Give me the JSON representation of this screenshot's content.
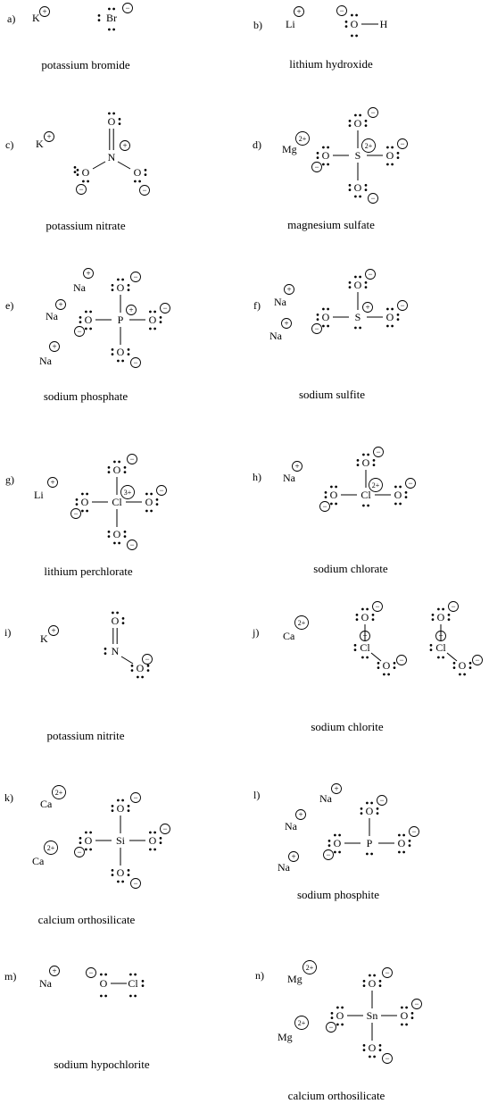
{
  "panels": [
    {
      "id": "a",
      "label": "a)",
      "name": "potassium bromide",
      "ions": [
        {
          "symbol": "K",
          "charge": "+"
        }
      ],
      "atoms": [
        {
          "symbol": "Br",
          "charge": "−"
        }
      ]
    },
    {
      "id": "b",
      "label": "b)",
      "name": "lithium hydroxide",
      "ions": [
        {
          "symbol": "Li",
          "charge": "+"
        }
      ],
      "atoms": [
        {
          "symbol": "O",
          "charge": "−"
        },
        {
          "symbol": "H"
        }
      ]
    },
    {
      "id": "c",
      "label": "c)",
      "name": "potassium nitrate",
      "ions": [
        {
          "symbol": "K",
          "charge": "+"
        }
      ],
      "atoms": [
        {
          "symbol": "N",
          "charge": "+"
        },
        {
          "symbol": "O"
        },
        {
          "symbol": "O",
          "charge": "−"
        },
        {
          "symbol": "O",
          "charge": "−"
        }
      ]
    },
    {
      "id": "d",
      "label": "d)",
      "name": "magnesium sulfate",
      "ions": [
        {
          "symbol": "Mg",
          "charge": "2+"
        }
      ],
      "atoms": [
        {
          "symbol": "S",
          "charge": "2+"
        },
        {
          "symbol": "O",
          "charge": "−"
        },
        {
          "symbol": "O",
          "charge": "−"
        },
        {
          "symbol": "O",
          "charge": "−"
        },
        {
          "symbol": "O",
          "charge": "−"
        }
      ]
    },
    {
      "id": "e",
      "label": "e)",
      "name": "sodium phosphate",
      "ions": [
        {
          "symbol": "Na",
          "charge": "+"
        },
        {
          "symbol": "Na",
          "charge": "+"
        },
        {
          "symbol": "Na",
          "charge": "+"
        }
      ],
      "atoms": [
        {
          "symbol": "P",
          "charge": "+"
        },
        {
          "symbol": "O",
          "charge": "−"
        },
        {
          "symbol": "O",
          "charge": "−"
        },
        {
          "symbol": "O",
          "charge": "−"
        },
        {
          "symbol": "O",
          "charge": "−"
        }
      ]
    },
    {
      "id": "f",
      "label": "f)",
      "name": "sodium sulfite",
      "ions": [
        {
          "symbol": "Na",
          "charge": "+"
        },
        {
          "symbol": "Na",
          "charge": "+"
        }
      ],
      "atoms": [
        {
          "symbol": "S",
          "charge": "+"
        },
        {
          "symbol": "O",
          "charge": "−"
        },
        {
          "symbol": "O",
          "charge": "−"
        },
        {
          "symbol": "O",
          "charge": "−"
        }
      ]
    },
    {
      "id": "g",
      "label": "g)",
      "name": "lithium perchlorate",
      "ions": [
        {
          "symbol": "Li",
          "charge": "+"
        }
      ],
      "atoms": [
        {
          "symbol": "Cl",
          "charge": "3+"
        },
        {
          "symbol": "O",
          "charge": "−"
        },
        {
          "symbol": "O",
          "charge": "−"
        },
        {
          "symbol": "O",
          "charge": "−"
        },
        {
          "symbol": "O",
          "charge": "−"
        }
      ]
    },
    {
      "id": "h",
      "label": "h)",
      "name": "sodium chlorate",
      "ions": [
        {
          "symbol": "Na",
          "charge": "+"
        }
      ],
      "atoms": [
        {
          "symbol": "Cl",
          "charge": "2+"
        },
        {
          "symbol": "O",
          "charge": "−"
        },
        {
          "symbol": "O",
          "charge": "−"
        },
        {
          "symbol": "O",
          "charge": "−"
        }
      ]
    },
    {
      "id": "i",
      "label": "i)",
      "name": "potassium nitrite",
      "ions": [
        {
          "symbol": "K",
          "charge": "+"
        }
      ],
      "atoms": [
        {
          "symbol": "N"
        },
        {
          "symbol": "O"
        },
        {
          "symbol": "O",
          "charge": "−"
        }
      ]
    },
    {
      "id": "j",
      "label": "j)",
      "name": "sodium chlorite",
      "ions": [
        {
          "symbol": "Ca",
          "charge": "2+"
        }
      ],
      "atoms": [
        {
          "symbol": "Cl",
          "charge": "+"
        },
        {
          "symbol": "O",
          "charge": "−"
        },
        {
          "symbol": "O",
          "charge": "−"
        },
        {
          "symbol": "Cl",
          "charge": "+"
        },
        {
          "symbol": "O",
          "charge": "−"
        },
        {
          "symbol": "O",
          "charge": "−"
        }
      ]
    },
    {
      "id": "k",
      "label": "k)",
      "name": "calcium orthosilicate",
      "ions": [
        {
          "symbol": "Ca",
          "charge": "2+"
        },
        {
          "symbol": "Ca",
          "charge": "2+"
        }
      ],
      "atoms": [
        {
          "symbol": "Si"
        },
        {
          "symbol": "O",
          "charge": "−"
        },
        {
          "symbol": "O",
          "charge": "−"
        },
        {
          "symbol": "O",
          "charge": "−"
        },
        {
          "symbol": "O",
          "charge": "−"
        }
      ]
    },
    {
      "id": "l",
      "label": "l)",
      "name": "sodium phosphite",
      "ions": [
        {
          "symbol": "Na",
          "charge": "+"
        },
        {
          "symbol": "Na",
          "charge": "+"
        },
        {
          "symbol": "Na",
          "charge": "+"
        }
      ],
      "atoms": [
        {
          "symbol": "P"
        },
        {
          "symbol": "O",
          "charge": "−"
        },
        {
          "symbol": "O",
          "charge": "−"
        },
        {
          "symbol": "O",
          "charge": "−"
        }
      ]
    },
    {
      "id": "m",
      "label": "m)",
      "name": "sodium hypochlorite",
      "ions": [
        {
          "symbol": "Na",
          "charge": "+"
        }
      ],
      "atoms": [
        {
          "symbol": "O",
          "charge": "−"
        },
        {
          "symbol": "Cl"
        }
      ]
    },
    {
      "id": "n",
      "label": "n)",
      "name": "calcium orthosilicate",
      "ions": [
        {
          "symbol": "Mg",
          "charge": "2+"
        },
        {
          "symbol": "Mg",
          "charge": "2+"
        }
      ],
      "atoms": [
        {
          "symbol": "Sn"
        },
        {
          "symbol": "O",
          "charge": "−"
        },
        {
          "symbol": "O",
          "charge": "−"
        },
        {
          "symbol": "O",
          "charge": "−"
        },
        {
          "symbol": "O",
          "charge": "−"
        }
      ]
    }
  ]
}
